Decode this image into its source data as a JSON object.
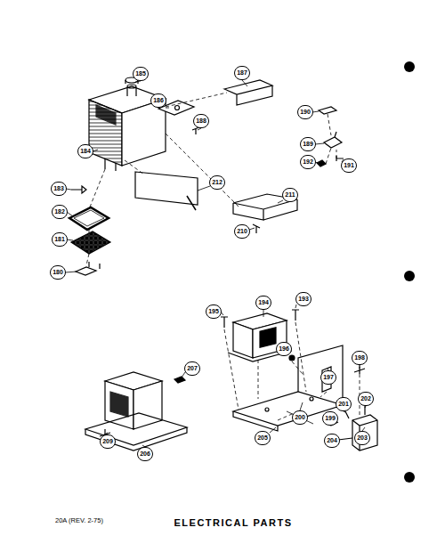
{
  "diagram": {
    "title": "ELECTRICAL PARTS",
    "caption": "20A (REV. 2-75)",
    "labels": [
      "185",
      "187",
      "186",
      "188",
      "184",
      "212",
      "211",
      "210",
      "183",
      "182",
      "181",
      "180",
      "190",
      "189",
      "192",
      "191",
      "195",
      "194",
      "193",
      "196",
      "197",
      "198",
      "200",
      "199",
      "201",
      "202",
      "204",
      "203",
      "205",
      "207",
      "209",
      "206"
    ]
  }
}
